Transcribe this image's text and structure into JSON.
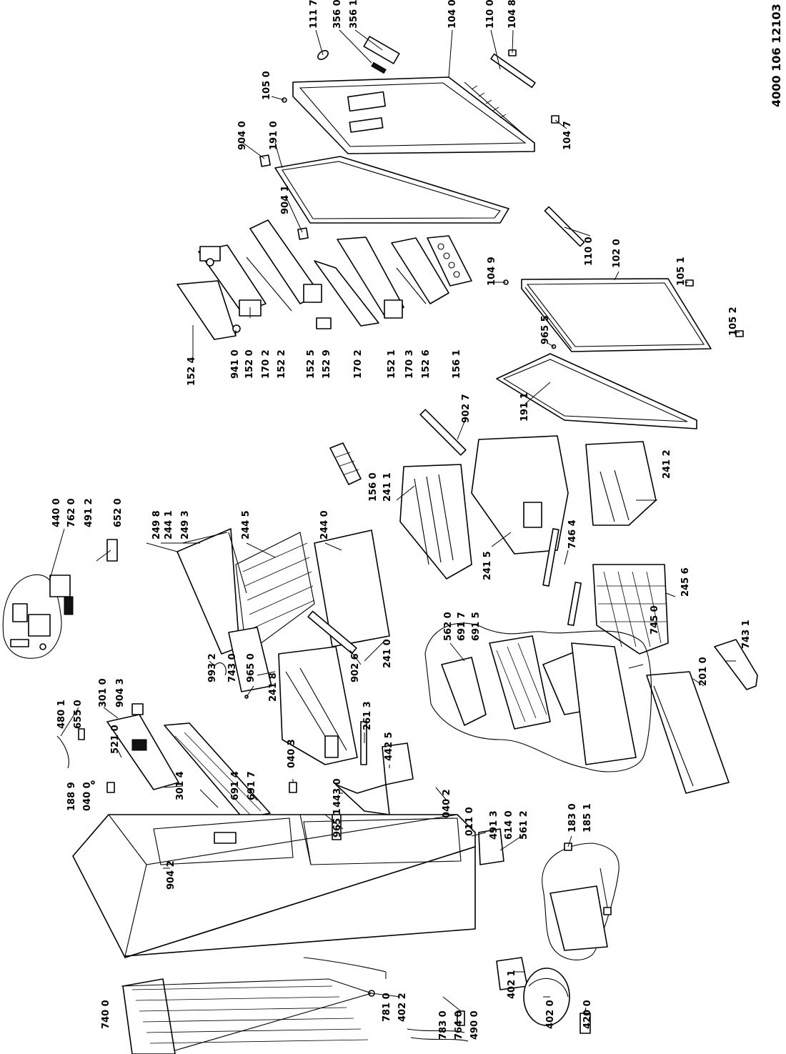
{
  "document_number": "4000 106 12103",
  "callouts": [
    "111 7",
    "356 0",
    "356 1",
    "104 0",
    "110 0",
    "104 8",
    "105 0",
    "904 0",
    "191 0",
    "104 7",
    "904 1",
    "110 0",
    "102 0",
    "104 9",
    "105 1",
    "965 5",
    "105 2",
    "152 4",
    "941 0",
    "152 0",
    "170 2",
    "152 2",
    "152 5",
    "152 9",
    "170 2",
    "152 1",
    "170 3",
    "152 6",
    "156 1",
    "902 7",
    "191 1",
    "440 0",
    "762 0",
    "491 2",
    "652 0",
    "249 8",
    "244 1",
    "249 3",
    "244 5",
    "244 0",
    "156 0",
    "241 1",
    "241 5",
    "241 2",
    "746 4",
    "245 6",
    "743 1",
    "562 0",
    "691 7",
    "691 5",
    "745 0",
    "201 0",
    "301 0",
    "904 3",
    "480 1",
    "655 0",
    "521 0",
    "993 2",
    "743 0",
    "965 0",
    "241 8",
    "902 6",
    "241 0",
    "188 9",
    "040 0",
    "301 4",
    "691 4",
    "691 7",
    "040 3",
    "261 3",
    "442 5",
    "443 0",
    "965 1",
    "040 2",
    "011 0",
    "491 3",
    "614 0",
    "561 2",
    "183 0",
    "185 1",
    "904 2",
    "402 1",
    "402 0",
    "420 0",
    "740 0",
    "781 0",
    "402 2",
    "783 0",
    "764 0",
    "490 0"
  ]
}
